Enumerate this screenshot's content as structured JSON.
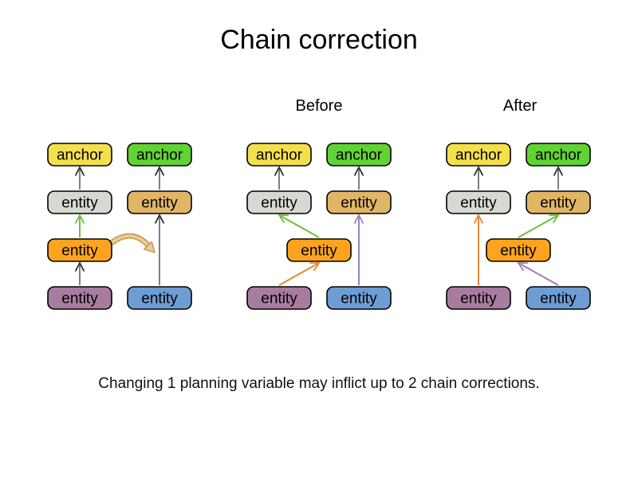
{
  "title": "Chain correction",
  "caption": "Changing 1 planning variable may inflict up to 2 chain corrections.",
  "colors": {
    "anchor_yellow": "#F4DF4C",
    "anchor_green": "#61D334",
    "entity_gray": "#D8D8D2",
    "entity_tan": "#E1B566",
    "entity_orange": "#FCA41E",
    "entity_purple": "#A87CA0",
    "entity_blue": "#6E9DD4",
    "node_border": "#000000",
    "text": "#000000",
    "arrow_gray": "#7F7F7F",
    "chevron_dark": "#303030",
    "arrow_green": "#6FBE3C",
    "arrow_orange": "#E8882F",
    "arrow_purple": "#9D80BC",
    "move_arrow_fill": "#EDCB94",
    "move_arrow_stroke": "#C49E5C"
  },
  "groups": [
    {
      "label": "",
      "move_arrow": true,
      "nodes": [
        {
          "id": "anchor-1",
          "label": "anchor",
          "color": "anchor_yellow",
          "col": "a",
          "row": 0
        },
        {
          "id": "entity-a1",
          "label": "entity",
          "color": "entity_gray",
          "col": "a",
          "row": 1
        },
        {
          "id": "entity-a2",
          "label": "entity",
          "color": "entity_orange",
          "col": "a",
          "row": 2
        },
        {
          "id": "entity-a3",
          "label": "entity",
          "color": "entity_purple",
          "col": "a",
          "row": 3
        },
        {
          "id": "anchor-2",
          "label": "anchor",
          "color": "anchor_green",
          "col": "b",
          "row": 0
        },
        {
          "id": "entity-b1",
          "label": "entity",
          "color": "entity_tan",
          "col": "b",
          "row": 1
        },
        {
          "id": "entity-b2",
          "label": "entity",
          "color": "entity_blue",
          "col": "b",
          "row": 3
        }
      ],
      "links": [
        {
          "from": "entity-a3",
          "to": "entity-a2",
          "color": "arrow_gray"
        },
        {
          "from": "entity-a2",
          "to": "entity-a1",
          "color": "arrow_green"
        },
        {
          "from": "entity-a1",
          "to": "anchor-1",
          "color": "arrow_gray"
        },
        {
          "from": "entity-b2",
          "to": "entity-b1",
          "color": "arrow_gray"
        },
        {
          "from": "entity-b1",
          "to": "anchor-2",
          "color": "arrow_gray"
        }
      ]
    },
    {
      "label": "Before",
      "move_arrow": false,
      "nodes": [
        {
          "id": "anchor-1",
          "label": "anchor",
          "color": "anchor_yellow",
          "col": "a",
          "row": 0
        },
        {
          "id": "entity-a1",
          "label": "entity",
          "color": "entity_gray",
          "col": "a",
          "row": 1
        },
        {
          "id": "entity-m",
          "label": "entity",
          "color": "entity_orange",
          "col": "mid",
          "row": 2
        },
        {
          "id": "entity-a3",
          "label": "entity",
          "color": "entity_purple",
          "col": "a",
          "row": 3
        },
        {
          "id": "anchor-2",
          "label": "anchor",
          "color": "anchor_green",
          "col": "b",
          "row": 0
        },
        {
          "id": "entity-b1",
          "label": "entity",
          "color": "entity_tan",
          "col": "b",
          "row": 1
        },
        {
          "id": "entity-b2",
          "label": "entity",
          "color": "entity_blue",
          "col": "b",
          "row": 3
        }
      ],
      "links": [
        {
          "from": "entity-a1",
          "to": "anchor-1",
          "color": "arrow_gray"
        },
        {
          "from": "entity-b1",
          "to": "anchor-2",
          "color": "arrow_gray"
        },
        {
          "from": "entity-m",
          "to": "entity-a1",
          "color": "arrow_green"
        },
        {
          "from": "entity-a3",
          "to": "entity-m",
          "color": "arrow_orange"
        },
        {
          "from": "entity-b2",
          "to": "entity-b1",
          "color": "arrow_purple"
        }
      ]
    },
    {
      "label": "After",
      "move_arrow": false,
      "nodes": [
        {
          "id": "anchor-1",
          "label": "anchor",
          "color": "anchor_yellow",
          "col": "a",
          "row": 0
        },
        {
          "id": "entity-a1",
          "label": "entity",
          "color": "entity_gray",
          "col": "a",
          "row": 1
        },
        {
          "id": "entity-m",
          "label": "entity",
          "color": "entity_orange",
          "col": "mid",
          "row": 2
        },
        {
          "id": "entity-a3",
          "label": "entity",
          "color": "entity_purple",
          "col": "a",
          "row": 3
        },
        {
          "id": "anchor-2",
          "label": "anchor",
          "color": "anchor_green",
          "col": "b",
          "row": 0
        },
        {
          "id": "entity-b1",
          "label": "entity",
          "color": "entity_tan",
          "col": "b",
          "row": 1
        },
        {
          "id": "entity-b2",
          "label": "entity",
          "color": "entity_blue",
          "col": "b",
          "row": 3
        }
      ],
      "links": [
        {
          "from": "entity-a1",
          "to": "anchor-1",
          "color": "arrow_gray"
        },
        {
          "from": "entity-b1",
          "to": "anchor-2",
          "color": "arrow_gray"
        },
        {
          "from": "entity-a3",
          "to": "entity-a1",
          "color": "arrow_orange"
        },
        {
          "from": "entity-m",
          "to": "entity-b1",
          "color": "arrow_green"
        },
        {
          "from": "entity-b2",
          "to": "entity-m",
          "color": "arrow_purple"
        }
      ]
    }
  ]
}
